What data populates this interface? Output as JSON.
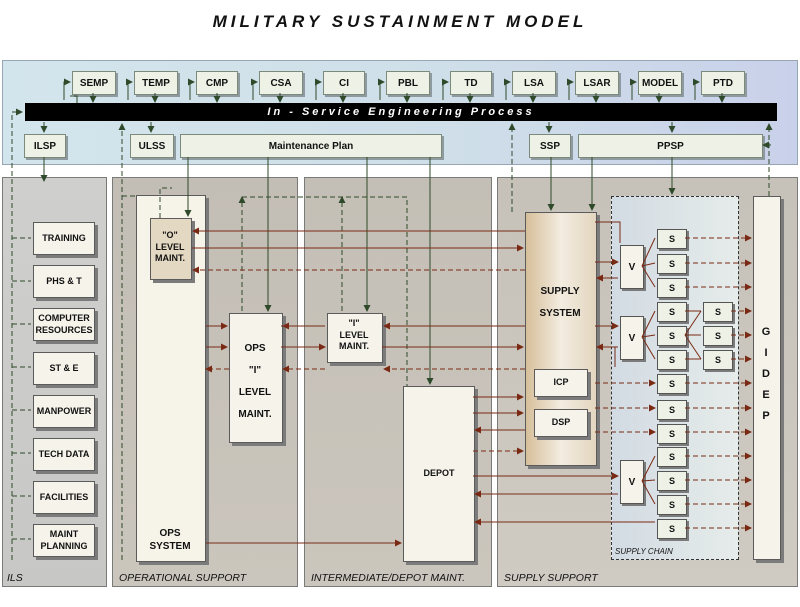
{
  "title": "MILITARY SUSTAINMENT MODEL",
  "top_boxes": [
    "SEMP",
    "TEMP",
    "CMP",
    "CSA",
    "CI",
    "PBL",
    "TD",
    "LSA",
    "LSAR",
    "MODEL",
    "PTD"
  ],
  "isep_label": "In - Service Engineering Process",
  "second_row": {
    "ilsp": "ILSP",
    "ulss": "ULSS",
    "maint_plan": "Maintenance Plan",
    "ssp": "SSP",
    "ppsp": "PPSP"
  },
  "panels": {
    "ils": "ILS",
    "ops_support": "OPERATIONAL SUPPORT",
    "int_depot": "INTERMEDIATE/DEPOT MAINT.",
    "supply_support": "SUPPLY SUPPORT"
  },
  "ils_items": [
    "TRAINING",
    "PHS & T",
    "COMPUTER RESOURCES",
    "ST & E",
    "MANPOWER",
    "TECH DATA",
    "FACILITIES",
    "MAINT PLANNING"
  ],
  "ops": {
    "o_level_1": "\"O\"",
    "o_level_2": "LEVEL",
    "o_level_3": "MAINT.",
    "ops_i_1": "OPS",
    "ops_i_2": "\"I\"",
    "ops_i_3": "LEVEL",
    "ops_i_4": "MAINT.",
    "ops_system_1": "OPS",
    "ops_system_2": "SYSTEM"
  },
  "intermediate": {
    "i_level_1": "\"I\"",
    "i_level_2": "LEVEL",
    "i_level_3": "MAINT.",
    "depot": "DEPOT"
  },
  "supply": {
    "supply_system_1": "SUPPLY",
    "supply_system_2": "SYSTEM",
    "icp": "ICP",
    "dsp": "DSP",
    "vendor": "V",
    "supplier": "S",
    "supply_chain": "SUPPLY CHAIN",
    "gidep": [
      "G",
      "I",
      "D",
      "E",
      "P"
    ]
  },
  "colors": {
    "flow_arrow": "#7a2a14",
    "feed_arrow": "#2f4a2a"
  }
}
